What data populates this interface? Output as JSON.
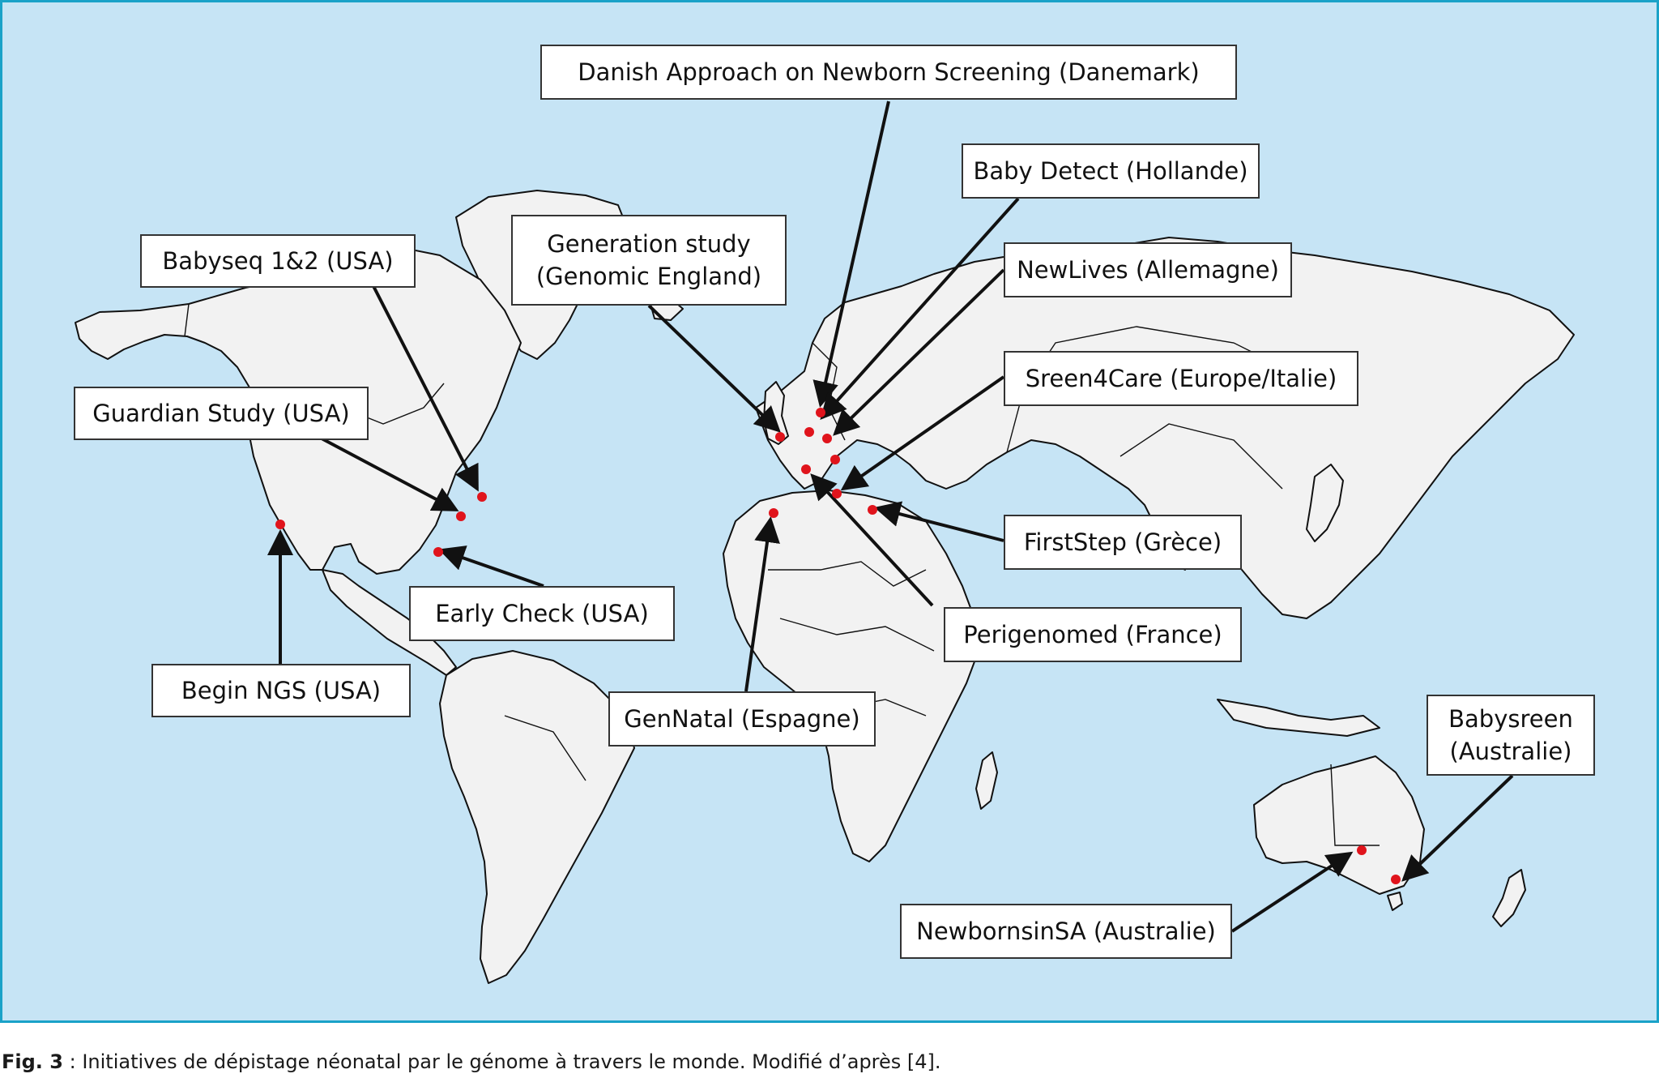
{
  "colors": {
    "ocean": "#c6e4f5",
    "land": "#f2f2f2",
    "frame": "#1aa2c8",
    "marker": "#e0141c"
  },
  "labels": {
    "danish": "Danish Approach on Newborn Screening (Danemark)",
    "baby_detect": "Baby Detect (Hollande)",
    "newlives": "NewLives (Allemagne)",
    "screen4care": "Sreen4Care (Europe/Italie)",
    "firststep": "FirstStep (Grèce)",
    "perigenomed": "Perigenomed (France)",
    "generation": "Generation study\n(Genomic England)",
    "babyseq": "Babyseq 1&2 (USA)",
    "guardian": "Guardian Study (USA)",
    "early_check": "Early Check (USA)",
    "begin_ngs": "Begin NGS (USA)",
    "gennatal": "GenNatal (Espagne)",
    "babyscreen": "Babysreen\n(Australie)",
    "newbornsinsa": "NewbornsinSA (Australie)"
  },
  "caption": {
    "prefix": "Fig. 3",
    "text": " : Initiatives de dépistage néonatal par le génome à travers le monde. Modifié d’après [4]."
  }
}
